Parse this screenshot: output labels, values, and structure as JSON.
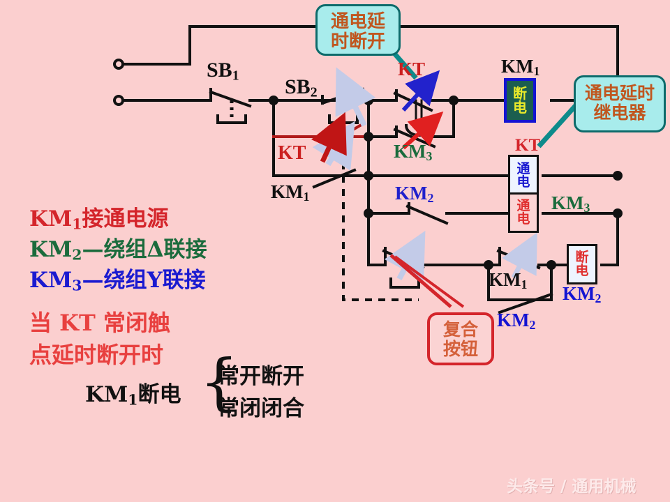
{
  "page": {
    "background_color": "#fbcfcf",
    "watermark": "头条号 / 通用机械"
  },
  "callouts": [
    {
      "id": "delay-open",
      "line1": "通电延",
      "line2": "时断开",
      "fill": "#a8ecec",
      "border": "#0d6b6b",
      "text_color": "#c0561f"
    },
    {
      "id": "delay-relay",
      "line1": "通电延时",
      "line2": "继电器",
      "fill": "#a8ecec",
      "border": "#0d6b6b",
      "text_color": "#c0561f"
    },
    {
      "id": "compound-button",
      "line1": "复合",
      "line2": "按钮",
      "fill": "#fbd3d3",
      "border": "#d4252b",
      "text_color": "#d4603a"
    }
  ],
  "coils": [
    {
      "id": "km1-coil",
      "tag": "KM",
      "sub": "1",
      "line1": "断",
      "line2": "电",
      "tag_color": "#111111",
      "text_color": "#eaea2a",
      "fill": "#1b5e4f",
      "border": "#1414d2"
    },
    {
      "id": "kt-coil",
      "tag": "KT",
      "sub": "",
      "line1": "通",
      "line2": "电",
      "tag_color": "#d4252b",
      "text_color": "#1a1ad0",
      "fill": "#eef4ff",
      "border": "#111111"
    },
    {
      "id": "km3-coil",
      "tag": "KM",
      "sub": "3",
      "line1": "通",
      "line2": "电",
      "tag_color": "#1a6b3c",
      "text_color": "#e03030",
      "fill": "#fbd5d5",
      "border": "#111111"
    },
    {
      "id": "km2-coil",
      "tag": "KM",
      "sub": "2",
      "line1": "断",
      "line2": "电",
      "tag_color": "#1414d2",
      "text_color": "#e03030",
      "fill": "#eef4ff",
      "border": "#111111"
    }
  ],
  "contacts": [
    {
      "id": "sb1",
      "label": "SB",
      "sub": "1",
      "color": "#111111",
      "type": "nc-pushbutton"
    },
    {
      "id": "sb2",
      "label": "SB",
      "sub": "2",
      "color": "#111111",
      "type": "no-pushbutton"
    },
    {
      "id": "kt-nc",
      "label": "KT",
      "sub": "",
      "color": "#b01a1a",
      "type": "nc-timed"
    },
    {
      "id": "km1-no",
      "label": "KM",
      "sub": "1",
      "color": "#111111",
      "type": "no"
    },
    {
      "id": "kt-delay-nc",
      "label": "KT",
      "sub": "",
      "color": "#d4252b",
      "type": "nc-delay-open"
    },
    {
      "id": "km3-nc",
      "label": "KM",
      "sub": "3",
      "color": "#1a6b3c",
      "type": "nc"
    },
    {
      "id": "km2-nc",
      "label": "KM",
      "sub": "2",
      "color": "#1a1ad0",
      "type": "nc"
    },
    {
      "id": "sb3-compound",
      "label": "",
      "sub": "",
      "color": "#111111",
      "type": "compound-pushbutton"
    },
    {
      "id": "km1-nc",
      "label": "KM",
      "sub": "1",
      "color": "#111111",
      "type": "nc"
    },
    {
      "id": "km2-no",
      "label": "KM",
      "sub": "2",
      "color": "#1a1ad0",
      "type": "no"
    }
  ],
  "legend": {
    "lines": [
      {
        "tag": "KM",
        "sub": "1",
        "text": "接通电源",
        "color": "#d4252b"
      },
      {
        "tag": "KM",
        "sub": "2",
        "text": "—绕组Δ联接",
        "color": "#1a6b3c"
      },
      {
        "tag": "KM",
        "sub": "3",
        "text": "—绕组Y联接",
        "color": "#1a1ad0"
      }
    ]
  },
  "note": {
    "line1": "当 KT 常闭触",
    "line2": "点延时断开时",
    "color": "#e8403f"
  },
  "conclusion": {
    "subject_tag": "KM",
    "subject_sub": "1",
    "subject_text": "断电",
    "brace": "{",
    "result1": "常开断开",
    "result2": "常闭闭合",
    "color": "#111111"
  }
}
